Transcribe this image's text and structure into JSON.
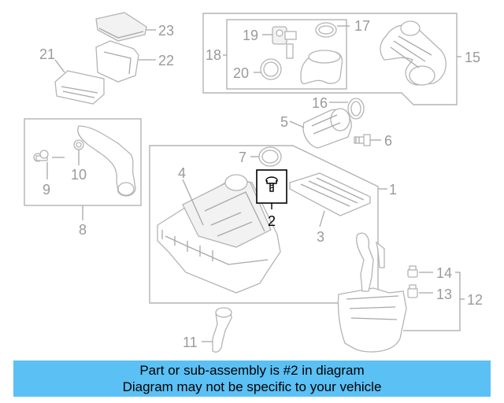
{
  "diagram": {
    "highlighted_part": "2",
    "part_labels": {
      "p1": "1",
      "p2": "2",
      "p3": "3",
      "p4": "4",
      "p5": "5",
      "p6": "6",
      "p7": "7",
      "p8": "8",
      "p9": "9",
      "p10": "10",
      "p11": "11",
      "p12": "12",
      "p13": "13",
      "p14": "14",
      "p15": "15",
      "p16": "16",
      "p17": "17",
      "p18": "18",
      "p19": "19",
      "p20": "20",
      "p21": "21",
      "p22": "22",
      "p23": "23"
    },
    "colors": {
      "line_art": "#b4b4b4",
      "label_text": "#9a9a9a",
      "highlight": "#000000",
      "banner_background": "#5bc0f4"
    }
  },
  "banner": {
    "line1": "Part or sub-assembly is #2 in diagram",
    "line2": "Diagram may not be specific to your vehicle"
  }
}
